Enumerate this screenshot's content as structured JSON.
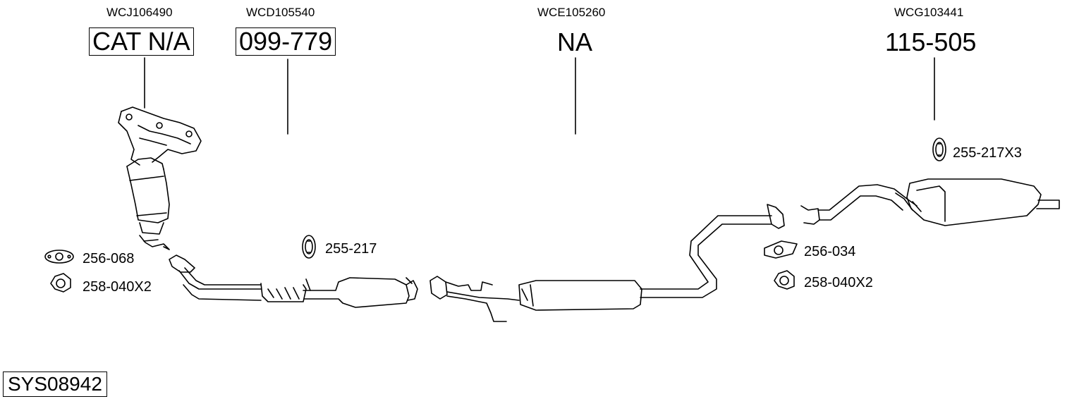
{
  "sections": [
    {
      "code": "WCJ106490",
      "part": "CAT N/A",
      "boxed": true
    },
    {
      "code": "WCD105540",
      "part": "099-779",
      "boxed": true
    },
    {
      "code": "WCE105260",
      "part": "NA",
      "boxed": false
    },
    {
      "code": "WCG103441",
      "part": "115-505",
      "boxed": false
    }
  ],
  "fittings": {
    "gasket_left": "256-068",
    "nut_left": "258-040X2",
    "hanger_mid": "255-217",
    "gasket_right": "256-034",
    "nut_right": "258-040X2",
    "hanger_right": "255-217X3"
  },
  "system_code": "SYS08942"
}
